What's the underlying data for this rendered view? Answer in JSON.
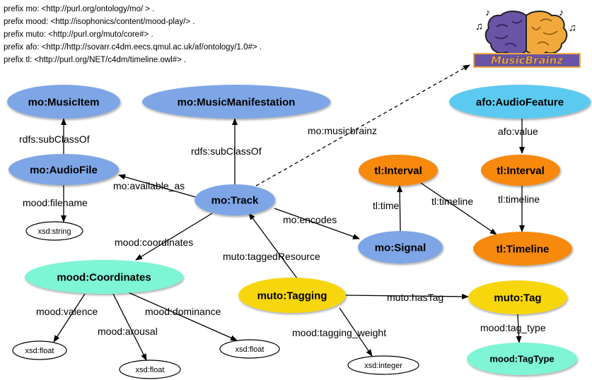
{
  "prefixes": [
    "prefix mo: <http://purl.org/ontology/mo/ > .",
    "prefix mood: <http://isophonics/content/mood-play/> .",
    "prefix muto: <http://purl.org/muto/core#> .",
    "prefix afo: <http://http://sovarr.c4dm.eecs.qmul.ac.uk/af/ontology/1.0#> .",
    "prefix tl: <http://purl.org/NET/c4dm/timeline.owl#> ."
  ],
  "logo": {
    "label": "MusicBrainz",
    "icon": "brain-music-notes-icon"
  },
  "colors": {
    "mo": "#7ea6e6",
    "afo": "#5bcaf0",
    "tl": "#f7890f",
    "mood": "#7ef5d4",
    "muto": "#f7d60a",
    "literal": "#ffffff"
  },
  "nodes": [
    {
      "id": "musicitem",
      "label": "mo:MusicItem",
      "kind": "mo"
    },
    {
      "id": "musicmanifestation",
      "label": "mo:MusicManifestation",
      "kind": "mo"
    },
    {
      "id": "audiofeature",
      "label": "afo:AudioFeature",
      "kind": "afo"
    },
    {
      "id": "audiofile",
      "label": "mo:AudioFile",
      "kind": "mo"
    },
    {
      "id": "track",
      "label": "mo:Track",
      "kind": "mo"
    },
    {
      "id": "interval1",
      "label": "tl:Interval",
      "kind": "tl"
    },
    {
      "id": "interval2",
      "label": "tl:Interval",
      "kind": "tl"
    },
    {
      "id": "signal",
      "label": "mo:Signal",
      "kind": "mo"
    },
    {
      "id": "timeline",
      "label": "tl:Timeline",
      "kind": "tl"
    },
    {
      "id": "xsdstring",
      "label": "xsd:string",
      "kind": "literal"
    },
    {
      "id": "coordinates",
      "label": "mood:Coordinates",
      "kind": "mood"
    },
    {
      "id": "tagging",
      "label": "muto:Tagging",
      "kind": "muto"
    },
    {
      "id": "tag",
      "label": "muto:Tag",
      "kind": "muto"
    },
    {
      "id": "xsdfloat1",
      "label": "xsd:float",
      "kind": "literal"
    },
    {
      "id": "xsdfloat2",
      "label": "xsd:float",
      "kind": "literal"
    },
    {
      "id": "xsdfloat3",
      "label": "xsd:float",
      "kind": "literal"
    },
    {
      "id": "xsdinteger",
      "label": "xsd:integer",
      "kind": "literal"
    },
    {
      "id": "tagtype",
      "label": "mood:TagType",
      "kind": "mood"
    }
  ],
  "edges": [
    {
      "from": "audiofile",
      "to": "musicitem",
      "label": "rdfs:subClassOf"
    },
    {
      "from": "track",
      "to": "musicmanifestation",
      "label": "rdfs:subClassOf"
    },
    {
      "from": "track",
      "to": "audiofile",
      "label": "mo:available_as"
    },
    {
      "from": "audiofile",
      "to": "xsdstring",
      "label": "mood:filename"
    },
    {
      "from": "track",
      "to": "logo",
      "label": "mo:musicbrainz",
      "dashed": true
    },
    {
      "from": "audiofeature",
      "to": "interval2",
      "label": "afo:value"
    },
    {
      "from": "track",
      "to": "signal",
      "label": "mo:encodes"
    },
    {
      "from": "signal",
      "to": "interval1",
      "label": "tl:time"
    },
    {
      "from": "interval1",
      "to": "timeline",
      "label": "tl:timeline"
    },
    {
      "from": "interval2",
      "to": "timeline",
      "label": "tl:timeline"
    },
    {
      "from": "track",
      "to": "coordinates",
      "label": "mood:coordinates"
    },
    {
      "from": "tagging",
      "to": "track",
      "label": "muto:taggedResource"
    },
    {
      "from": "tagging",
      "to": "tag",
      "label": "muto:hasTag"
    },
    {
      "from": "coordinates",
      "to": "xsdfloat1",
      "label": "mood:valence"
    },
    {
      "from": "coordinates",
      "to": "xsdfloat2",
      "label": "mood:arousal"
    },
    {
      "from": "coordinates",
      "to": "xsdfloat3",
      "label": "mood:dominance"
    },
    {
      "from": "tagging",
      "to": "xsdinteger",
      "label": "mood:tagging_weight"
    },
    {
      "from": "tag",
      "to": "tagtype",
      "label": "mood:tag_type"
    }
  ]
}
